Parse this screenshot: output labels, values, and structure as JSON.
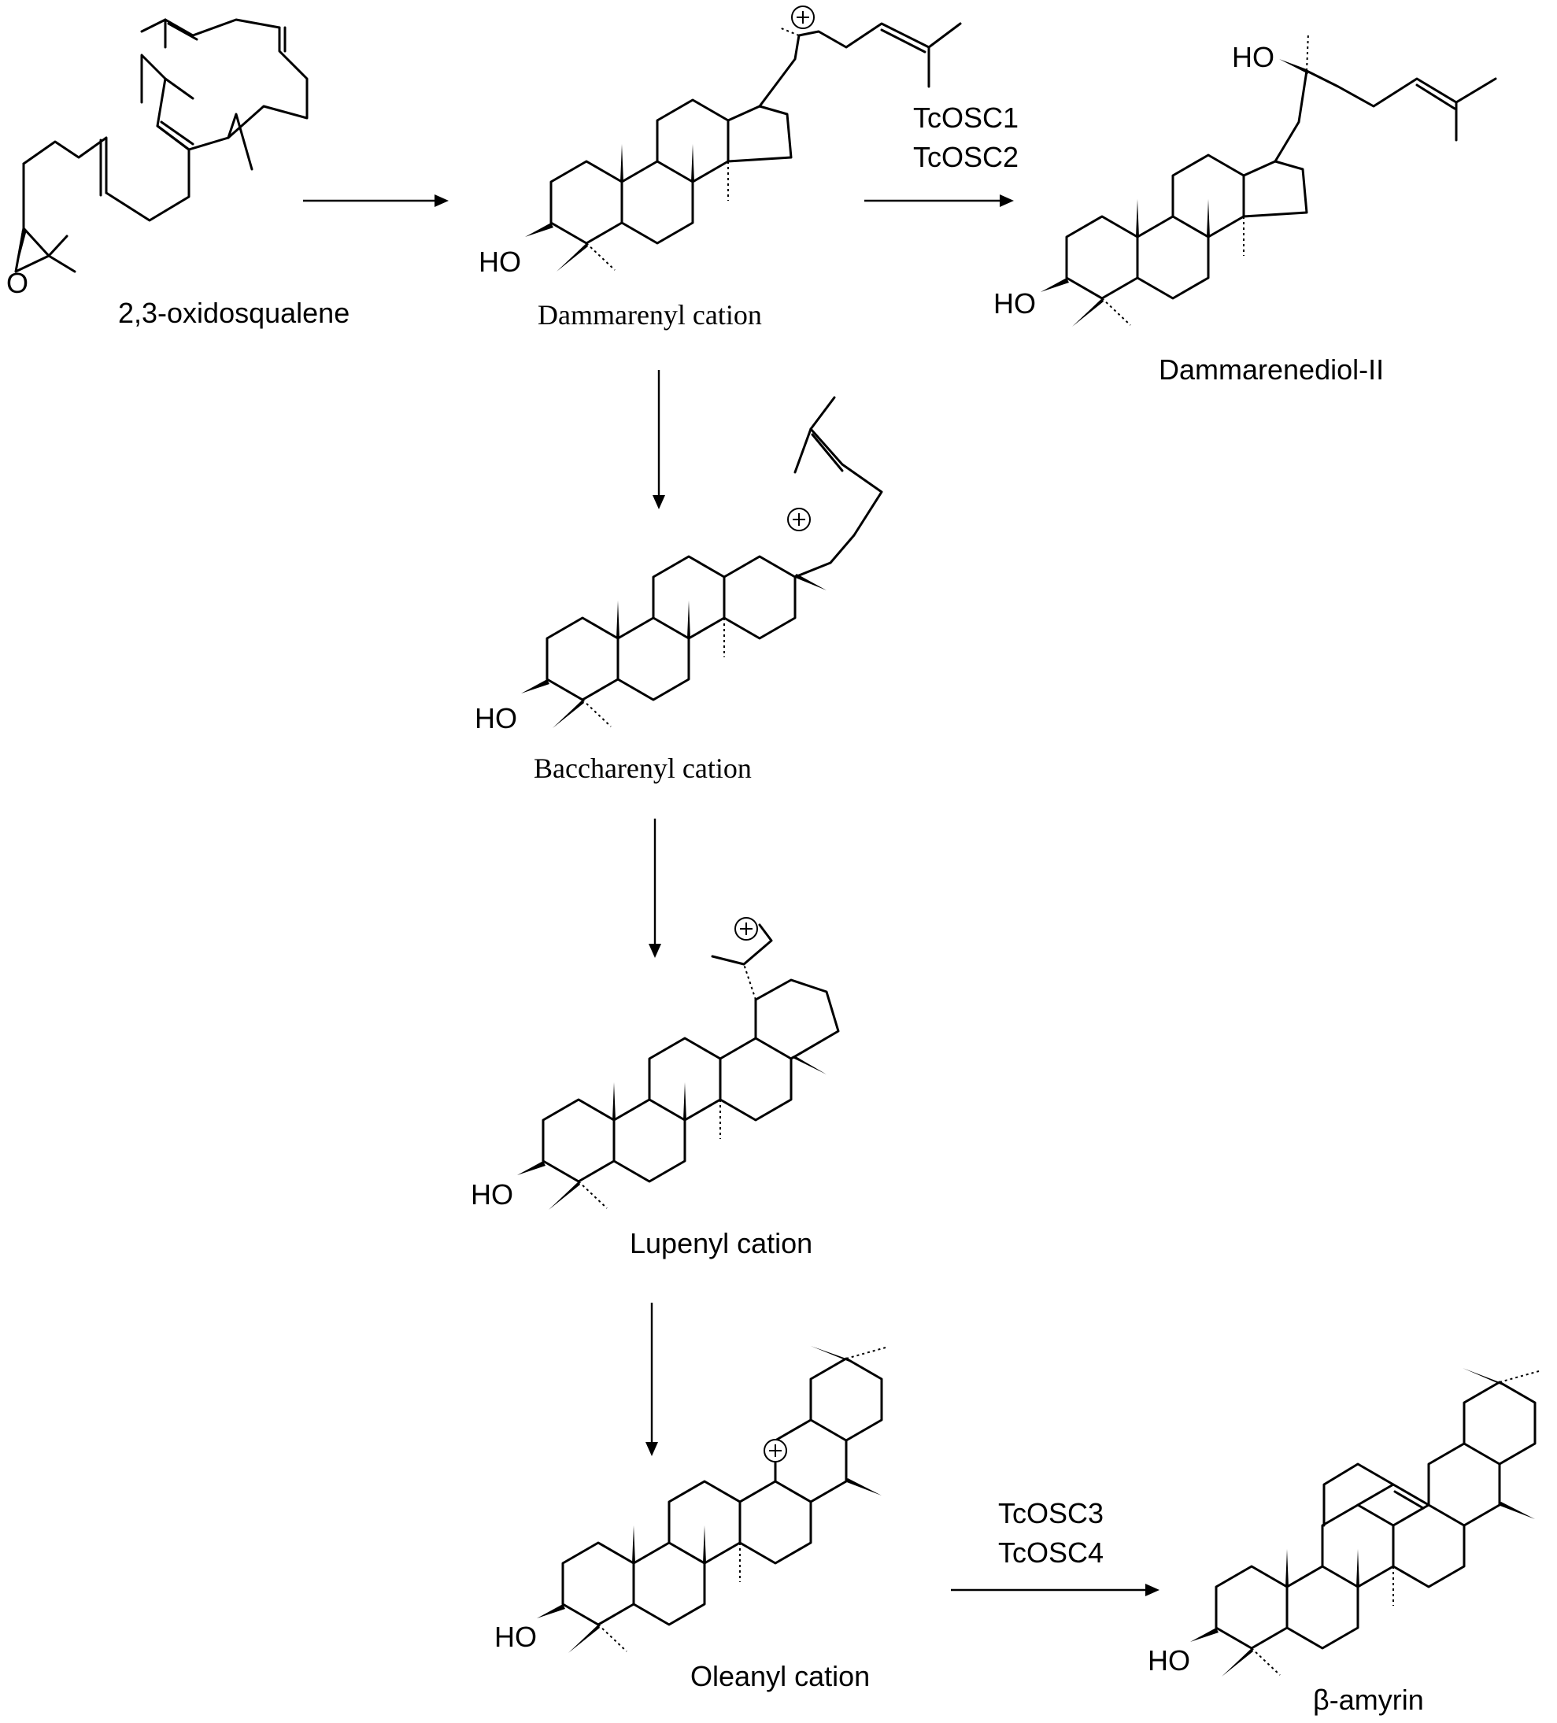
{
  "compounds": {
    "oxidosqualene": "2,3-oxidosqualene",
    "dammarenyl": "Dammarenyl cation",
    "dammarenediol": "Dammarenediol-II",
    "baccharenyl": "Baccharenyl cation",
    "lupenyl": "Lupenyl cation",
    "oleanyl": "Oleanyl cation",
    "amyrin": "β-amyrin"
  },
  "enzymes": {
    "dammarenediol_pair": [
      "TcOSC1",
      "TcOSC2"
    ],
    "amyrin_pair": [
      "TcOSC3",
      "TcOSC4"
    ]
  },
  "atoms": {
    "hydroxyl": "HO",
    "epoxide_oxygen": "O"
  },
  "colors": {
    "ink": "#000000",
    "background": "#ffffff"
  }
}
